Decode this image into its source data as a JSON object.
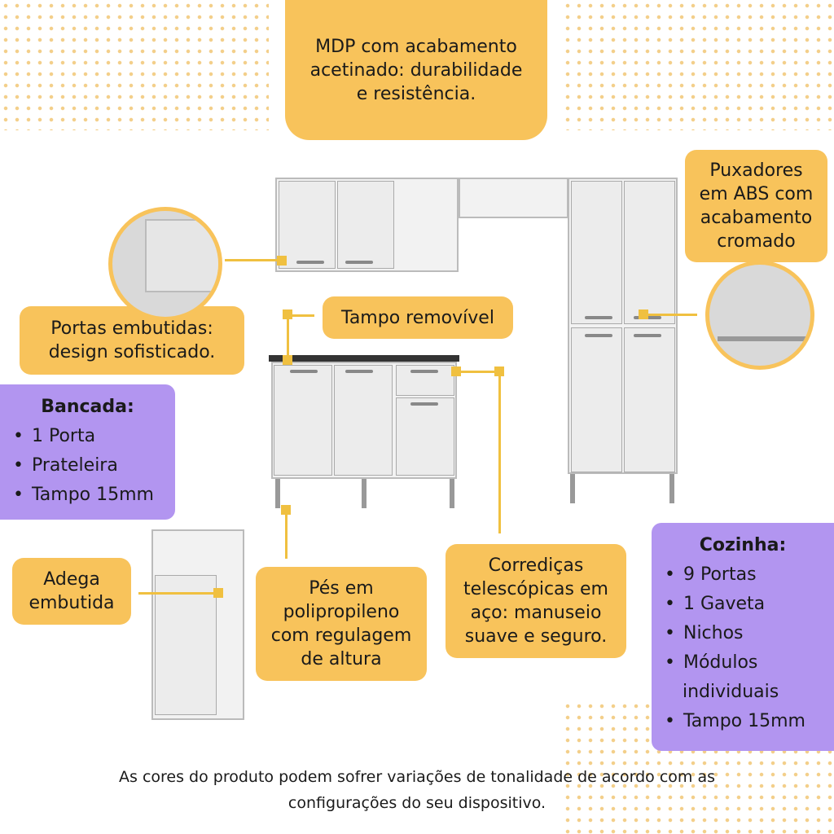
{
  "callouts": {
    "mdp": [
      "MDP com acabamento",
      "acetinado: durabilidade",
      "e resistência."
    ],
    "puxadores": [
      "Puxadores",
      "em ABS com",
      "acabamento",
      "cromado"
    ],
    "portas": [
      "Portas embutidas:",
      "design sofisticado."
    ],
    "tampo": "Tampo removível",
    "adega": [
      "Adega",
      "embutida"
    ],
    "pes": [
      "Pés em",
      "polipropileno",
      "com regulagem",
      "de altura"
    ],
    "corredicas": [
      "Corrediças",
      "telescópicas em",
      "aço: manuseio",
      "suave e seguro."
    ]
  },
  "bancada": {
    "title": "Bancada:",
    "items": [
      "1 Porta",
      "Prateleira",
      "Tampo 15mm"
    ]
  },
  "cozinha": {
    "title": "Cozinha:",
    "items": [
      "9 Portas",
      "1 Gaveta",
      "Nichos",
      "Módulos individuais",
      "Tampo 15mm"
    ]
  },
  "footer": [
    "As cores do produto podem sofrer variações de tonalidade de acordo com as",
    "configurações do seu dispositivo."
  ],
  "colors": {
    "yellow": "#f8c35b",
    "purple": "#b295f0"
  }
}
